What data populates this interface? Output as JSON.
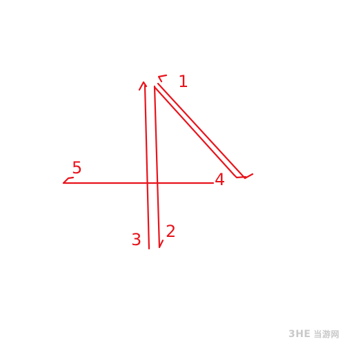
{
  "diagram": {
    "stroke_color": "#e8131b",
    "strokes": [
      {
        "label": "1"
      },
      {
        "label": "2"
      },
      {
        "label": "3"
      },
      {
        "label": "4"
      },
      {
        "label": "5"
      }
    ]
  },
  "watermark": {
    "logo": "3HE",
    "site": "当游网",
    "color": "#c9c9c9"
  }
}
